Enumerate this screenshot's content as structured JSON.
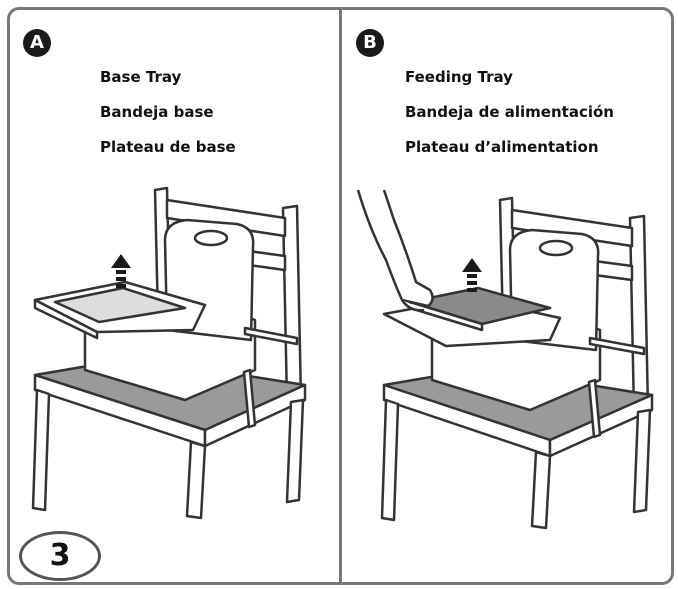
{
  "panel_a": {
    "badge": "A",
    "labels": [
      "Base Tray",
      "Bandeja base",
      "Plateau de base"
    ]
  },
  "panel_b": {
    "badge": "B",
    "labels": [
      "Feeding Tray",
      "Bandeja de alimentación",
      "Plateau d’alimentation"
    ]
  },
  "step_number": "3"
}
